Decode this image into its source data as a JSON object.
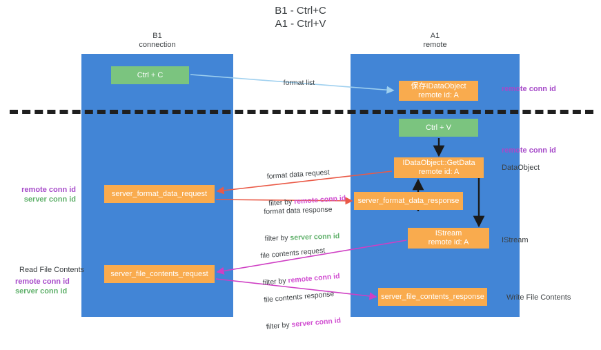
{
  "title": "B1 - Ctrl+C\nA1 - Ctrl+V",
  "columns": {
    "left": {
      "name": "B1",
      "role": "connection",
      "caption": "B1\nconnection"
    },
    "right": {
      "name": "A1",
      "role": "remote",
      "caption": "A1\nremote"
    }
  },
  "nodes": {
    "ctrl_c": {
      "label": "Ctrl + C",
      "color": "#7bc47f",
      "lane": "B1"
    },
    "save_idataobject": {
      "label": "保存IDataObject\nremote id: A",
      "color": "#f9ab4e",
      "lane": "A1"
    },
    "ctrl_v": {
      "label": "Ctrl + V",
      "color": "#7bc47f",
      "lane": "A1"
    },
    "getdata": {
      "label": "IDataObject::GetData\nremote id: A",
      "color": "#f9ab4e",
      "lane": "A1"
    },
    "server_format_data_request": {
      "label": "server_format_data_request",
      "color": "#f9ab4e",
      "lane": "B1"
    },
    "server_format_data_response": {
      "label": "server_format_data_response",
      "color": "#f9ab4e",
      "lane": "A1"
    },
    "istream": {
      "label": "IStream\nremote id: A",
      "color": "#f9ab4e",
      "lane": "A1"
    },
    "server_file_contents_request": {
      "label": "server_file_contents_request",
      "color": "#f9ab4e",
      "lane": "B1"
    },
    "server_file_contents_response": {
      "label": "server_file_contents_response",
      "color": "#f9ab4e",
      "lane": "A1"
    }
  },
  "edges": {
    "format_list": {
      "caption": "format list",
      "color": "#9fd0ef"
    },
    "format_data_request": {
      "caption": "format data request",
      "filter_prefix": "filter by ",
      "filter_key": "remote conn id",
      "color": "#ea5a47"
    },
    "format_data_response": {
      "caption": "format data response",
      "filter_prefix": "filter by ",
      "filter_key": "server conn id",
      "color": "#ea5a47"
    },
    "file_contents_request": {
      "caption": "file contents request",
      "filter_prefix": "filter by ",
      "filter_key": "remote conn id",
      "color": "#cf3fc4"
    },
    "file_contents_response": {
      "caption": "file contents response",
      "filter_prefix": "filter by ",
      "filter_key": "server conn id",
      "color": "#cf3fc4"
    }
  },
  "annotations": {
    "remote_conn_id_top": "remote conn id",
    "remote_conn_id_mid": "remote conn id",
    "dataobject": "DataObject",
    "istream": "IStream",
    "write_file_contents": "Write File Contents",
    "read_file_contents": "Read File Contents",
    "left_mid_remote": "remote conn id",
    "left_mid_server": "server conn id",
    "left_low_remote": "remote conn id",
    "left_low_server": "server conn id"
  },
  "colors": {
    "lane": "#4285d6",
    "green_node": "#7bc47f",
    "orange_node": "#f9ab4e",
    "purple_text": "#a64ac9",
    "green_text": "#5fb06a",
    "red_arrow": "#ea5a47",
    "magenta_arrow": "#cf3fc4",
    "blue_arrow": "#9fd0ef",
    "divider": "#1f1f1f"
  }
}
